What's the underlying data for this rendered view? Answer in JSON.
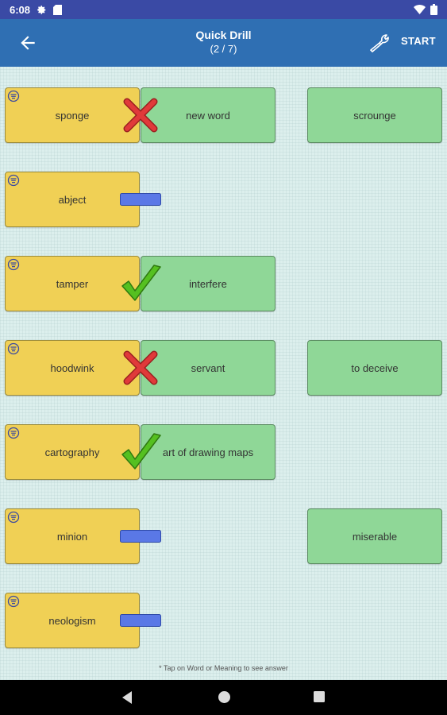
{
  "status_bar": {
    "time": "6:08",
    "icons": [
      "settings-gear-icon",
      "sim-card-icon",
      "wifi-icon",
      "battery-icon"
    ]
  },
  "app_bar": {
    "title": "Quick Drill",
    "subtitle": "(2 / 7)",
    "back_icon": "arrow-left-icon",
    "settings_icon": "wrench-icon",
    "start_label": "START"
  },
  "rows": [
    {
      "word": "sponge",
      "result": "wrong",
      "paired_meaning": "new word",
      "option": "scrounge"
    },
    {
      "word": "abject",
      "result": "unanswered",
      "paired_meaning": "",
      "option": ""
    },
    {
      "word": "tamper",
      "result": "correct",
      "paired_meaning": "interfere",
      "option": ""
    },
    {
      "word": "hoodwink",
      "result": "wrong",
      "paired_meaning": "servant",
      "option": "to deceive"
    },
    {
      "word": "cartography",
      "result": "correct",
      "paired_meaning": "art of drawing maps",
      "option": ""
    },
    {
      "word": "minion",
      "result": "unanswered",
      "paired_meaning": "",
      "option": "miserable"
    },
    {
      "word": "neologism",
      "result": "unanswered",
      "paired_meaning": "",
      "option": ""
    }
  ],
  "hint": "* Tap on Word or Meaning to see answer",
  "colors": {
    "status_bar": "#3a4aa5",
    "app_bar": "#2f6fb3",
    "word_card": "#f0d055",
    "meaning_card": "#8fd797",
    "correct": "#55c020",
    "wrong": "#e03a3a",
    "unanswered": "#5a78e6"
  },
  "nav_bar": {
    "icons": [
      "back-triangle-icon",
      "home-circle-icon",
      "recents-square-icon"
    ]
  }
}
